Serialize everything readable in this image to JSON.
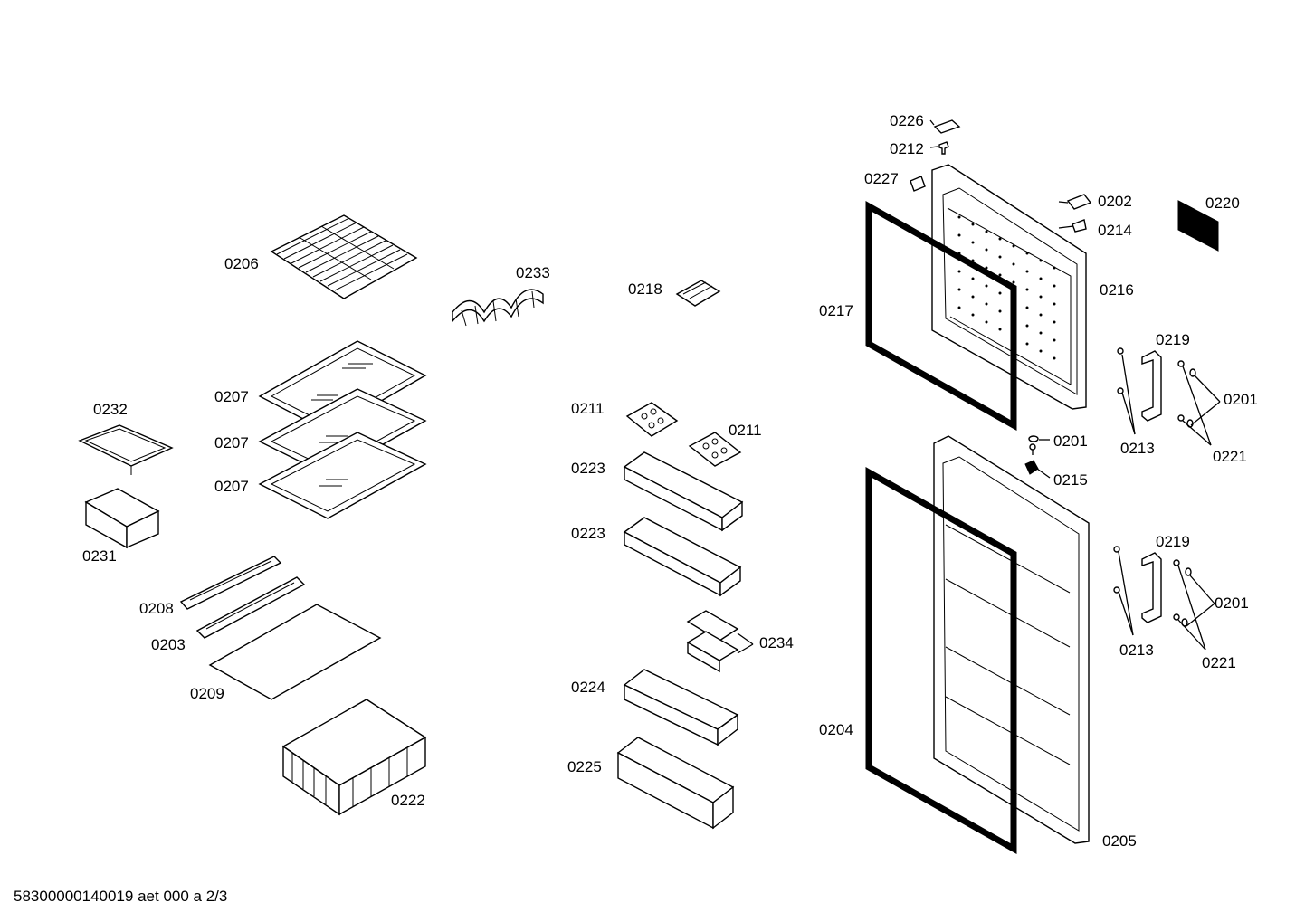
{
  "labels": {
    "p0226": "0226",
    "p0212": "0212",
    "p0227": "0227",
    "p0202": "0202",
    "p0214": "0214",
    "p0220": "0220",
    "p0216": "0216",
    "p0217": "0217",
    "p0206": "0206",
    "p0233": "0233",
    "p0218": "0218",
    "p0219_top": "0219",
    "p0201_top": "0201",
    "p0213_top": "0213",
    "p0221_top": "0221",
    "p0201_mid": "0201",
    "p0215": "0215",
    "p0207_a": "0207",
    "p0207_b": "0207",
    "p0207_c": "0207",
    "p0232": "0232",
    "p0231": "0231",
    "p0211_a": "0211",
    "p0211_b": "0211",
    "p0223_a": "0223",
    "p0223_b": "0223",
    "p0219_bot": "0219",
    "p0201_bot": "0201",
    "p0213_bot": "0213",
    "p0221_bot": "0221",
    "p0208": "0208",
    "p0203": "0203",
    "p0234": "0234",
    "p0209": "0209",
    "p0224": "0224",
    "p0204": "0204",
    "p0225": "0225",
    "p0222": "0222",
    "p0205": "0205"
  },
  "footer": {
    "code": "58300000140019 aet 000 a 2/3"
  }
}
